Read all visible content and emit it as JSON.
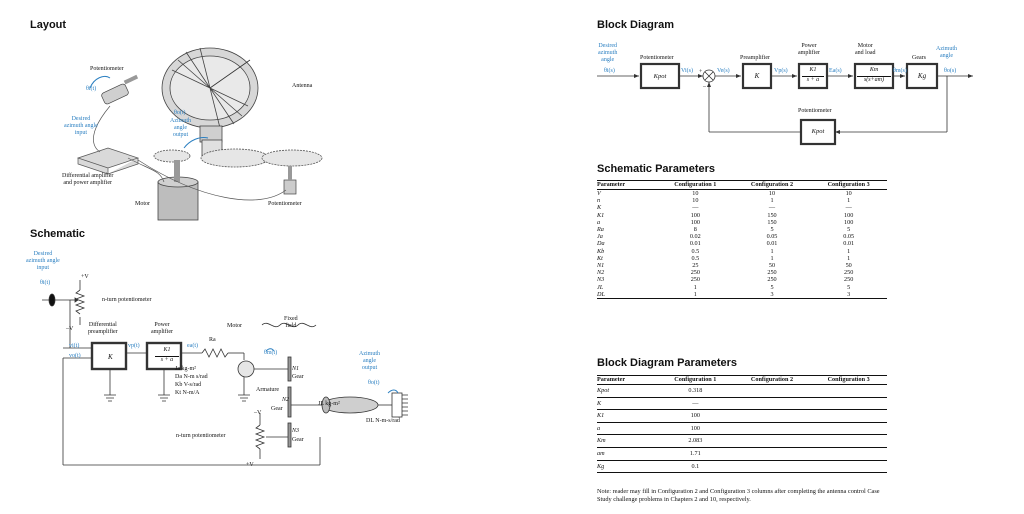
{
  "layout": {
    "title": "Layout",
    "labels": {
      "potentiometer_top": "Potentiometer",
      "theta_i": "θi(t)",
      "desired_input": "Desired\nazimuth angle\ninput",
      "antenna": "Antenna",
      "theta_o": "θo(t)",
      "azimuth_output": "Azimuth\nangle\noutput",
      "diff_amp": "Differential amplifier\nand power amplifier",
      "motor": "Motor",
      "potentiometer_bottom": "Potentiometer"
    }
  },
  "schematic": {
    "title": "Schematic",
    "labels": {
      "desired_input": "Desired\nazimuth angle\ninput",
      "theta_i": "θi(t)",
      "plus_v_top": "+V",
      "n_turn_top": "n-turn potentiometer",
      "minus_v": "–V",
      "diff_pre": "Differential\npreamplifier",
      "power_amp": "Power\namplifier",
      "motor": "Motor",
      "vi": "vi(t)",
      "vo": "vo(t)",
      "vp": "vp(t)",
      "ea": "ea(t)",
      "ra": "Ra",
      "k": "K",
      "k1_num": "K1",
      "k1_den": "s + a",
      "fixed_field": "Fixed\nfield",
      "theta_m": "θm(t)",
      "ja": "Ja  kg-m²",
      "da": "Da  N-m s/rad",
      "kb": "Kb  V-s/rad",
      "kt": "Kt  N-m/A",
      "n1": "N1",
      "gear1": "Gear",
      "armature": "Armature",
      "n2": "N2",
      "gear2": "Gear",
      "jl": "JL  kg-m²",
      "azimuth_output": "Azimuth\nangle\noutput",
      "theta_o": "θo(t)",
      "dl": "DL  N-m-s/rad",
      "minus_v2": "–V",
      "n_turn_bottom": "n-turn potentiometer",
      "n3": "N3",
      "gear3": "Gear",
      "plus_v_bottom": "+V"
    }
  },
  "block_diagram": {
    "title": "Block Diagram",
    "labels": {
      "desired": "Desired\nazimuth\nangle",
      "theta_i_s": "θi(s)",
      "potentiometer": "Potentiometer",
      "kpot": "Kpot",
      "vi_s": "Vi(s)",
      "plus": "+",
      "minus": "–",
      "ve_s": "Ve(s)",
      "preamp": "Preamplifier",
      "k": "K",
      "vp_s": "Vp(s)",
      "power_amp": "Power\namplifier",
      "k1": "K1",
      "s_plus_a": "s + a",
      "ea_s": "Ea(s)",
      "motor_load": "Motor\nand load",
      "km": "Km",
      "s_am": "s(s+am)",
      "thetam_s": "θm(s)",
      "gears": "Gears",
      "kg": "Kg",
      "azimuth": "Azimuth\nangle",
      "theta_o_s": "θo(s)",
      "potentiometer_fb": "Potentiometer",
      "kpot_fb": "Kpot"
    }
  },
  "schematic_parameters": {
    "title": "Schematic Parameters",
    "headers": [
      "Parameter",
      "Configuration 1",
      "Configuration 2",
      "Configuration 3"
    ],
    "rows": [
      [
        "V",
        "10",
        "10",
        "10"
      ],
      [
        "n",
        "10",
        "1",
        "1"
      ],
      [
        "K",
        "—",
        "—",
        "—"
      ],
      [
        "K1",
        "100",
        "150",
        "100"
      ],
      [
        "a",
        "100",
        "150",
        "100"
      ],
      [
        "Ra",
        "8",
        "5",
        "5"
      ],
      [
        "Ja",
        "0.02",
        "0.05",
        "0.05"
      ],
      [
        "Da",
        "0.01",
        "0.01",
        "0.01"
      ],
      [
        "Kb",
        "0.5",
        "1",
        "1"
      ],
      [
        "Kt",
        "0.5",
        "1",
        "1"
      ],
      [
        "N1",
        "25",
        "50",
        "50"
      ],
      [
        "N2",
        "250",
        "250",
        "250"
      ],
      [
        "N3",
        "250",
        "250",
        "250"
      ],
      [
        "JL",
        "1",
        "5",
        "5"
      ],
      [
        "DL",
        "1",
        "3",
        "3"
      ]
    ]
  },
  "block_diagram_parameters": {
    "title": "Block Diagram Parameters",
    "headers": [
      "Parameter",
      "Configuration 1",
      "Configuration 2",
      "Configuration 3"
    ],
    "rows": [
      [
        "Kpot",
        "0.318",
        "",
        ""
      ],
      [
        "K",
        "—",
        "",
        ""
      ],
      [
        "K1",
        "100",
        "",
        ""
      ],
      [
        "a",
        "100",
        "",
        ""
      ],
      [
        "Km",
        "2.083",
        "",
        ""
      ],
      [
        "am",
        "1.71",
        "",
        ""
      ],
      [
        "Kg",
        "0.1",
        "",
        ""
      ]
    ],
    "note": "Note: reader may fill in Configuration 2 and Configuration 3 columns after completing the antenna control Case Study challenge problems in Chapters 2 and 10, respectively."
  }
}
